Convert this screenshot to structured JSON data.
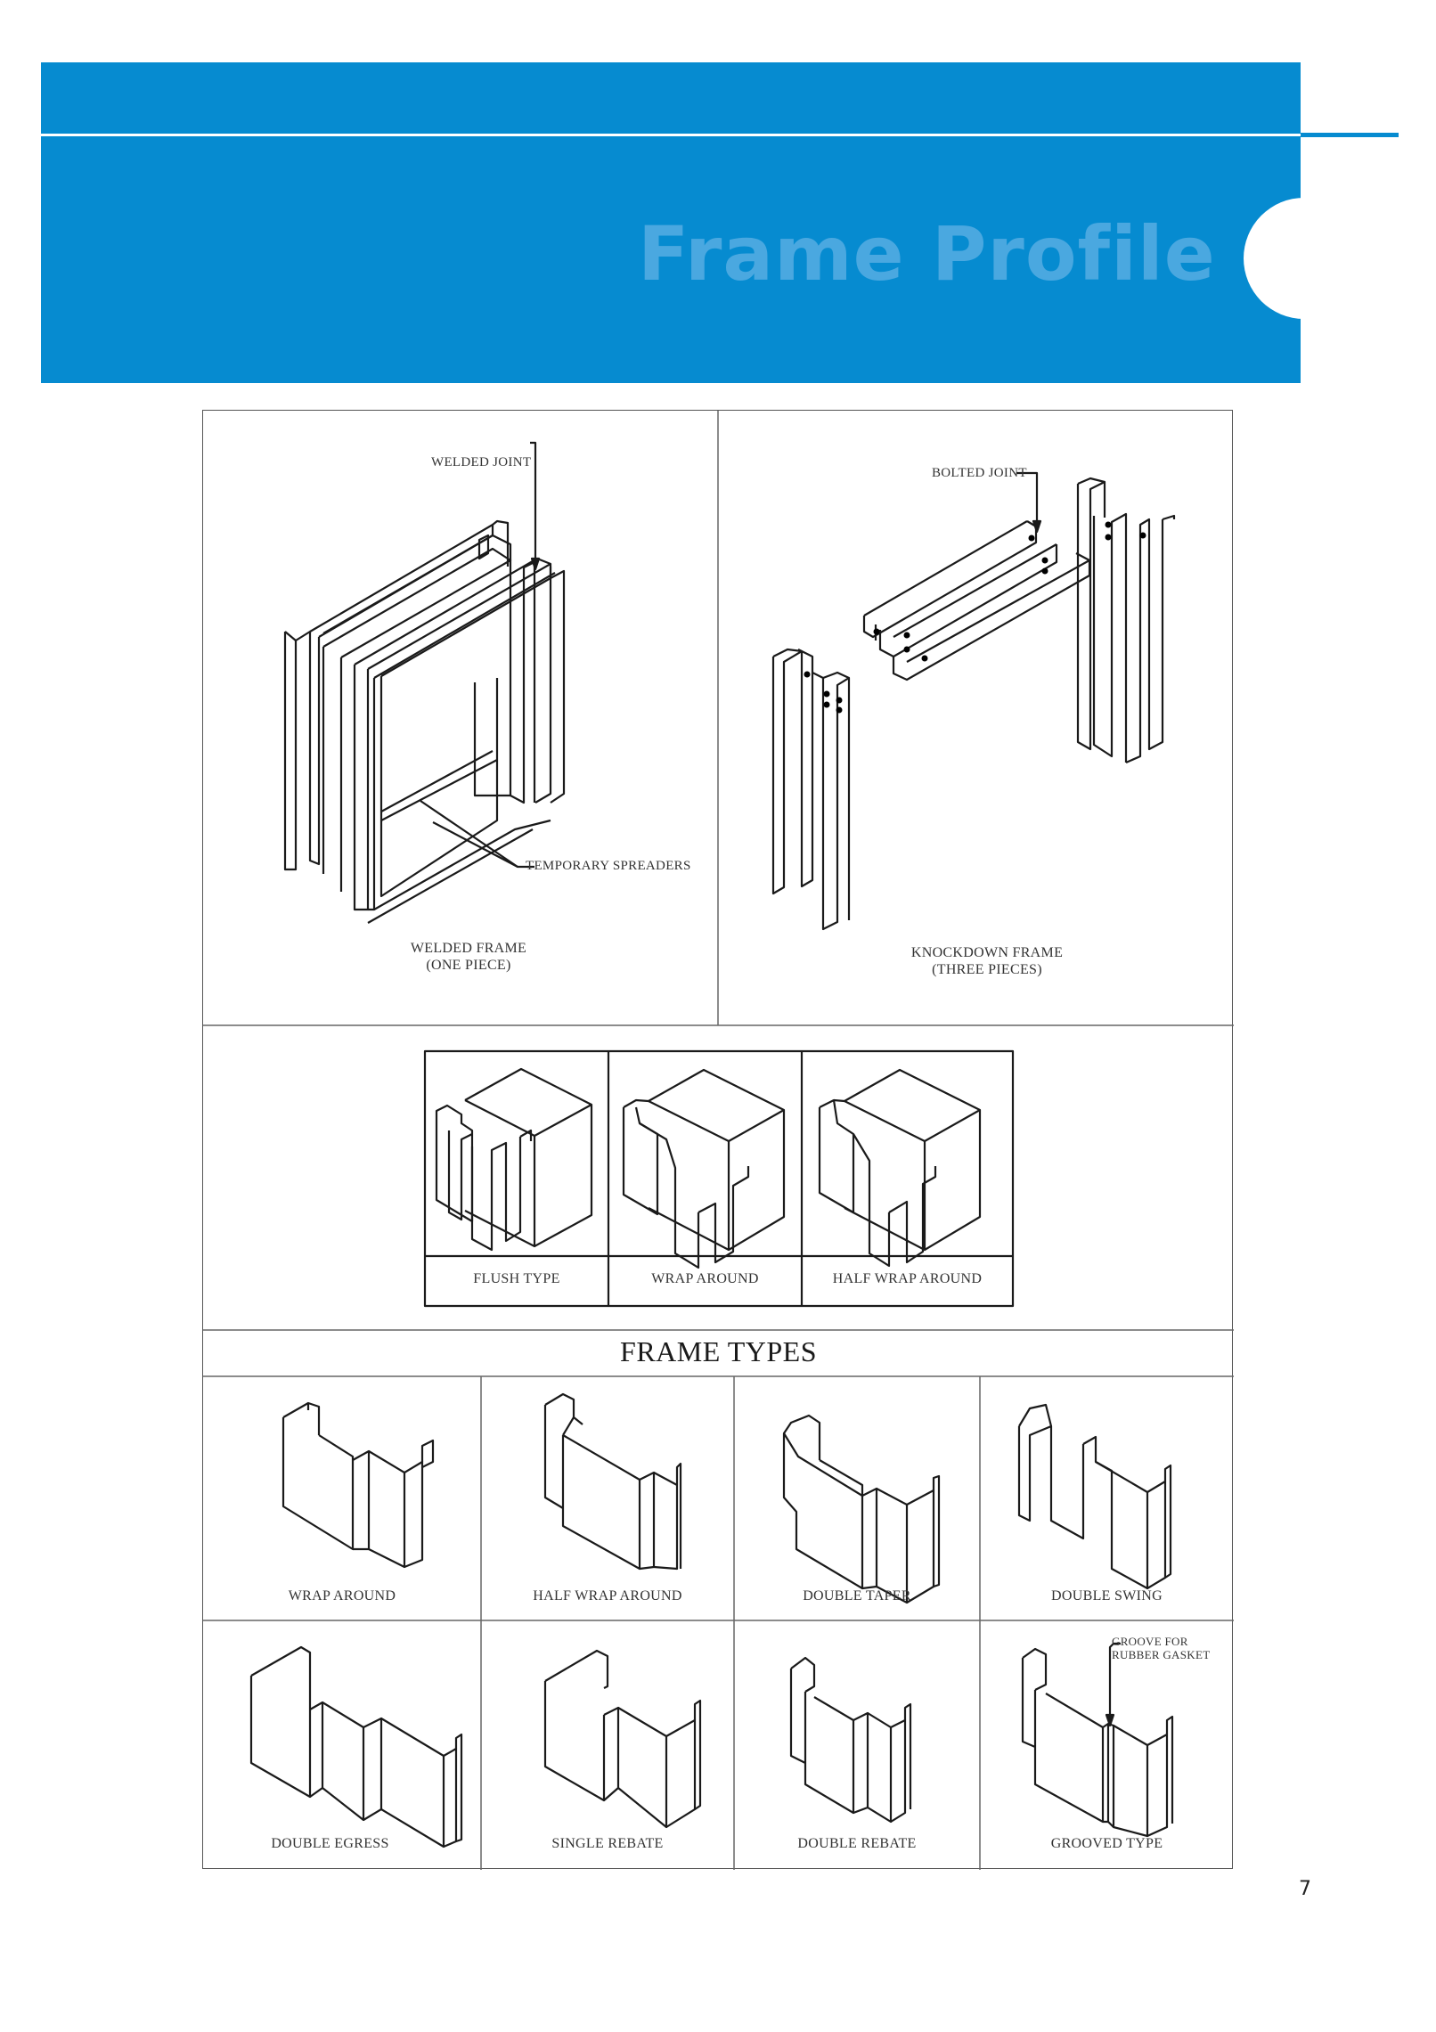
{
  "header": {
    "title": "Frame Profile"
  },
  "frames": {
    "welded": {
      "callout_joint": "WELDED JOINT",
      "callout_spreaders": "TEMPORARY SPREADERS",
      "caption_line1": "WELDED FRAME",
      "caption_line2": "(ONE PIECE)"
    },
    "knockdown": {
      "callout_joint": "BOLTED JOINT",
      "caption_line1": "KNOCKDOWN FRAME",
      "caption_line2": "(THREE PIECES)"
    }
  },
  "installation": {
    "types": [
      "FLUSH TYPE",
      "WRAP AROUND",
      "HALF WRAP AROUND"
    ]
  },
  "frame_types": {
    "title": "FRAME TYPES",
    "row1": [
      "WRAP AROUND",
      "HALF WRAP AROUND",
      "DOUBLE TAPER",
      "DOUBLE SWING"
    ],
    "row2": [
      "DOUBLE EGRESS",
      "SINGLE REBATE",
      "DOUBLE REBATE",
      "GROOVED TYPE"
    ],
    "groove_note_line1": "GROOVE FOR",
    "groove_note_line2": "RUBBER GASKET"
  },
  "page": {
    "number": "7"
  }
}
